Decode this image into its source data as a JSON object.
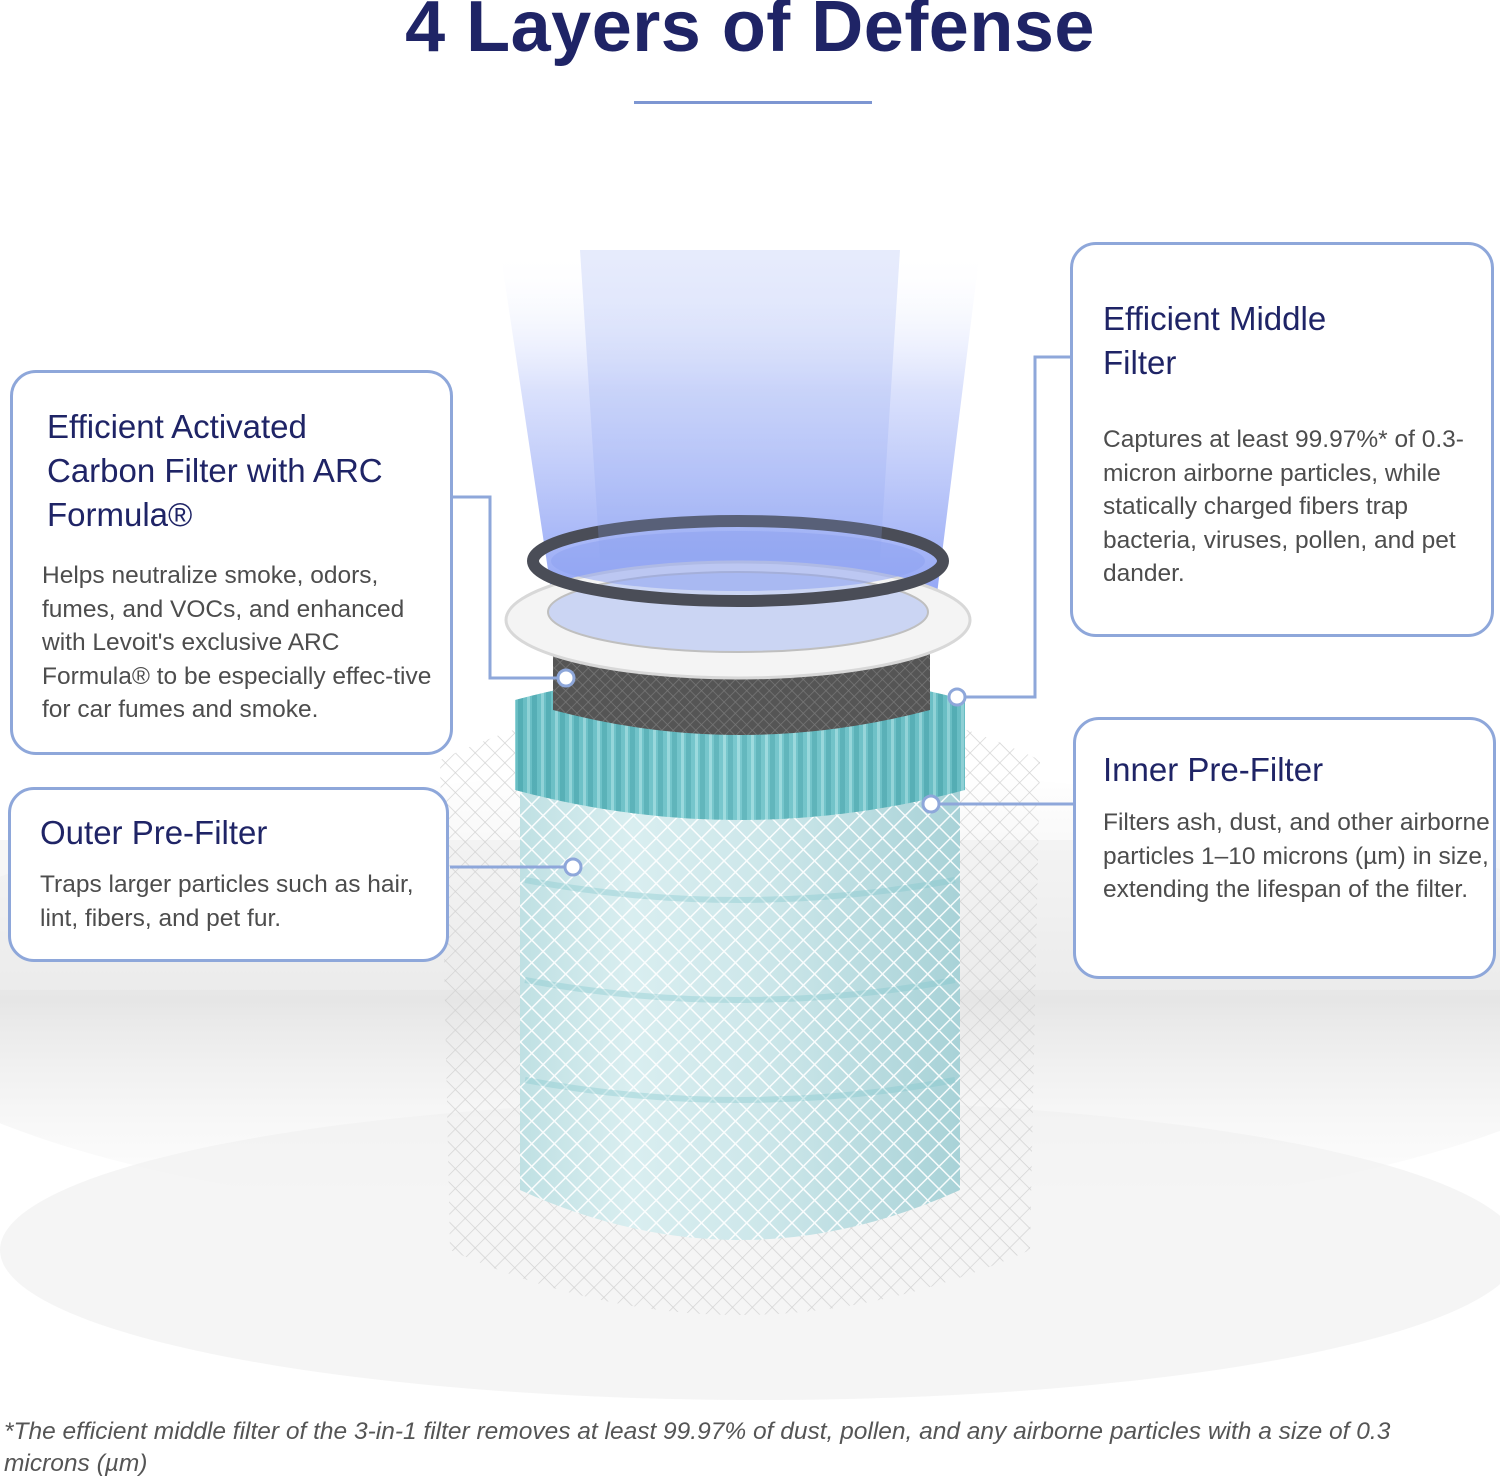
{
  "title": "4 Layers of Defense",
  "cards": {
    "carbon": {
      "title": "Efficient Activated Carbon Filter with ARC Formula®",
      "body": "Helps neutralize smoke, odors, fumes, and VOCs, and enhanced with Levoit's exclusive ARC Formula® to be especially effec-tive for car fumes and smoke."
    },
    "outer": {
      "title": "Outer Pre-Filter",
      "body": "Traps larger particles such as hair, lint, fibers, and pet fur."
    },
    "middle": {
      "title": "Efficient Middle Filter",
      "body": "Captures at least 99.97%* of 0.3-micron airborne particles, while statically charged fibers trap bacteria, viruses, pollen, and pet dander."
    },
    "inner": {
      "title": "Inner Pre-Filter",
      "body": "Filters ash, dust, and other airborne particles 1–10 microns (µm) in size, extending the lifespan of the filter."
    }
  },
  "footnote": "*The efficient middle filter of the 3-in-1 filter removes at least 99.97% of dust, pollen,  and any airborne particles with a size of 0.3 microns (µm)",
  "colors": {
    "heading": "#1f2466",
    "accent": "#8ea7da",
    "teal_filter": "#6fc3c9",
    "carbon_layer": "#5a5a5a"
  }
}
